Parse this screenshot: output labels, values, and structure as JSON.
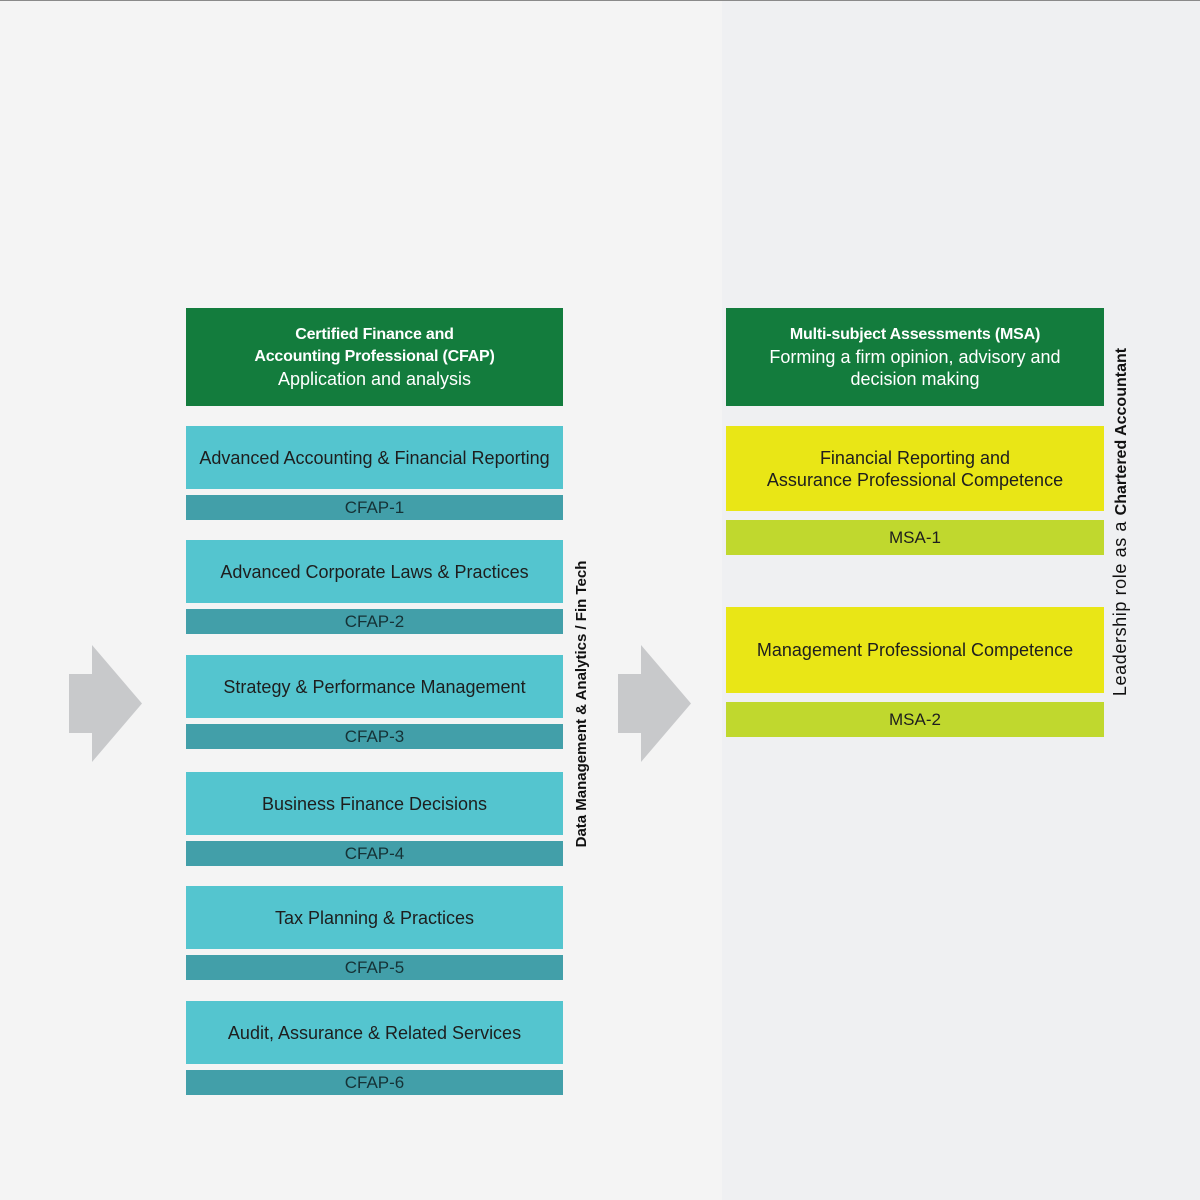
{
  "cfap": {
    "header": {
      "title_line1": "Certified Finance and",
      "title_line2": "Accounting Professional (CFAP)",
      "subtitle": "Application and analysis"
    },
    "papers": [
      {
        "name": "Advanced Accounting & Financial Reporting",
        "code": "CFAP-1"
      },
      {
        "name": "Advanced Corporate Laws & Practices",
        "code": "CFAP-2"
      },
      {
        "name": "Strategy & Performance Management",
        "code": "CFAP-3"
      },
      {
        "name": "Business Finance Decisions",
        "code": "CFAP-4"
      },
      {
        "name": "Tax Planning & Practices",
        "code": "CFAP-5"
      },
      {
        "name": "Audit, Assurance & Related Services",
        "code": "CFAP-6"
      }
    ],
    "side_label": "Data Management & Analytics / Fin Tech"
  },
  "msa": {
    "header": {
      "title": "Multi-subject Assessments (MSA)",
      "subtitle_line1": "Forming a firm opinion, advisory and",
      "subtitle_line2": "decision making"
    },
    "assessments": [
      {
        "line1": "Financial Reporting and",
        "line2": "Assurance Professional Competence",
        "code": "MSA-1"
      },
      {
        "line1": "Management Professional Competence",
        "line2": "",
        "code": "MSA-2"
      }
    ],
    "side_label_prefix": "Leadership role as a",
    "side_label_emphasis": "Chartered Accountant"
  },
  "colors": {
    "header_green": "#137c3d",
    "cfap_box": "#54c5cf",
    "cfap_code": "#429fa9",
    "msa_box": "#e9e616",
    "msa_code": "#c0d82e",
    "arrow_grey": "#c8c9cb"
  },
  "icons": [
    "arrow-right-icon",
    "arrow-right-icon"
  ]
}
